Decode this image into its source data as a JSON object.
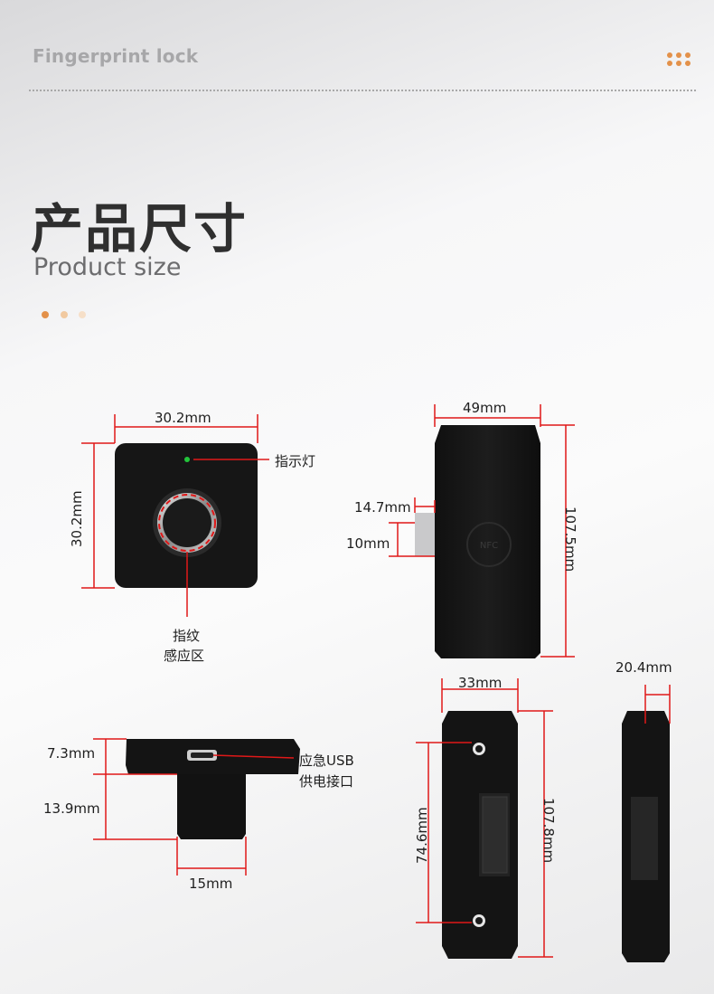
{
  "header": {
    "brand": "Fingerprint lock"
  },
  "title": {
    "cn": "产品尺寸",
    "en": "Product size"
  },
  "colors": {
    "accent": "#e3914a",
    "accent_light": "#f1c9a0",
    "accent_lighter": "#f6dfc8",
    "dimension_line": "#e01818",
    "lock_body": "#151515",
    "led": "#23c53b"
  },
  "front_view": {
    "width_label": "30.2mm",
    "height_label": "30.2mm",
    "indicator_label": "指示灯",
    "sensor_label_line1": "指纹",
    "sensor_label_line2": "感应区"
  },
  "side_view": {
    "width_label": "49mm",
    "height_label": "107.5mm",
    "tab_height_label": "14.7mm",
    "tab_width_label": "10mm",
    "logo_text": "NFC"
  },
  "bottom_view": {
    "plate_thickness_label": "7.3mm",
    "post_height_label": "13.9mm",
    "post_width_label": "15mm",
    "usb_label_line1": "应急USB",
    "usb_label_line2": "供电接口"
  },
  "back_view": {
    "width_label": "33mm",
    "height_label": "107.8mm",
    "hole_spacing_label": "74.6mm"
  },
  "profile_view": {
    "width_label": "20.4mm"
  }
}
